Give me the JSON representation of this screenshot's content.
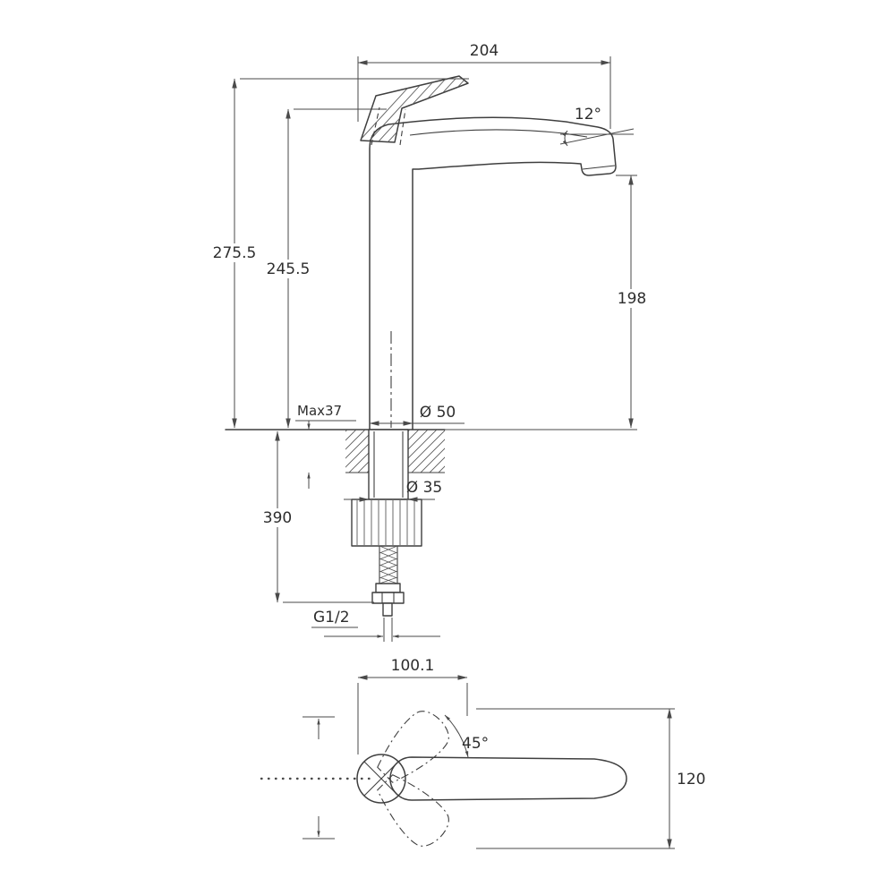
{
  "page": {
    "background": "#ffffff",
    "line_color": "#3f3f3f",
    "text_color": "#2e2e2e"
  },
  "drawing": {
    "kind": "technical dimension drawing",
    "subject": "tall single-lever basin mixer faucet, side elevation and top view",
    "side_view": {
      "spout_reach": "204",
      "spout_angle": "12°",
      "overall_height": "275.5",
      "height_to_handle": "245.5",
      "spout_outlet_height": "198",
      "max_deck_thickness": "Max37",
      "base_diameter": "Ø 50",
      "shank_diameter": "Ø 35",
      "hose_length": "390",
      "connection_thread": "G1/2"
    },
    "top_view": {
      "handle_length": "100.1",
      "handle_swing_angle": "45°",
      "handle_swing_width": "120"
    }
  }
}
